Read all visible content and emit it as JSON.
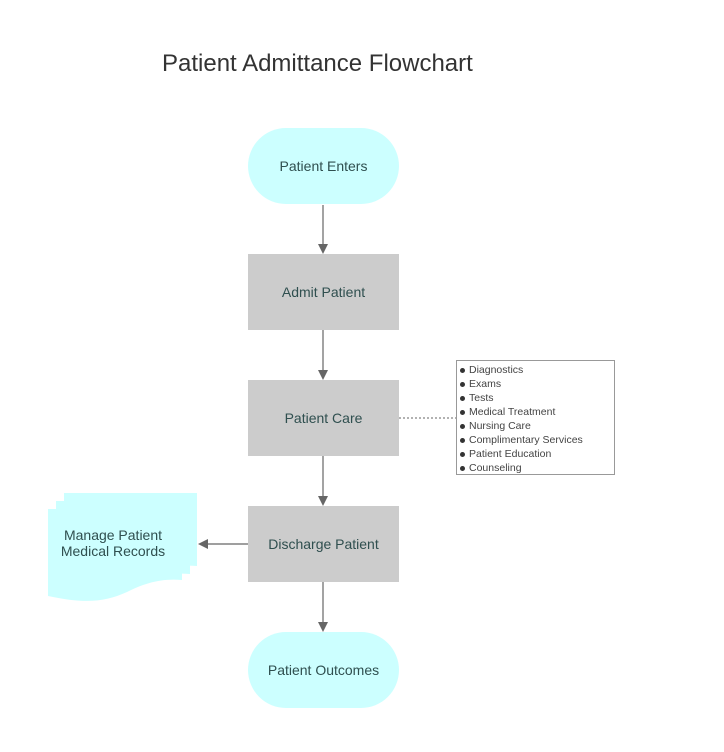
{
  "title": "Patient Admittance Flowchart",
  "nodes": {
    "enters": "Patient Enters",
    "admit": "Admit Patient",
    "care": "Patient Care",
    "discharge": "Discharge Patient",
    "outcomes": "Patient Outcomes",
    "records_line1": "Manage Patient",
    "records_line2": "Medical Records"
  },
  "care_details": [
    "Diagnostics",
    "Exams",
    "Tests",
    "Medical Treatment",
    "Nursing Care",
    "Complimentary Services",
    "Patient Education",
    "Counseling"
  ],
  "colors": {
    "terminal_fill": "#ccffff",
    "process_fill": "#cccccc",
    "connector": "#666666",
    "text": "#2f4f4f"
  }
}
